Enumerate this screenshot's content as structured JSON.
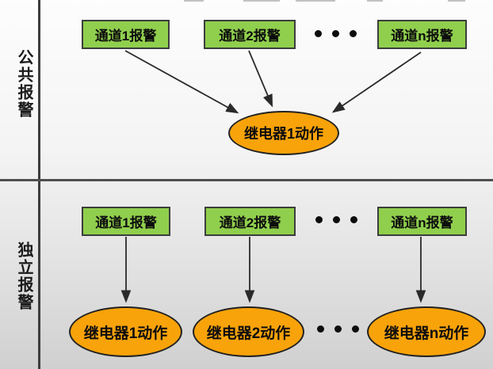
{
  "diagram_title": "alarm-to-relay mapping diagram",
  "colors": {
    "channel_box_fill": "#90cf4d",
    "channel_box_border": "#3d3d3d",
    "relay_fill": "#f9a30a",
    "relay_border": "#222222",
    "divider_line": "#4f4f4f",
    "arrow": "#2a2a2a",
    "text": "#0d0d0d",
    "background_top": "#fdfdfd",
    "background_bottom": "#d0d0d0"
  },
  "sections": [
    {
      "id": "common-alarm",
      "side_label": "公共报警",
      "channels": [
        {
          "label": "通道1报警"
        },
        {
          "label": "通道2报警"
        },
        {
          "label": "通道n报警"
        }
      ],
      "channel_ellipsis": "• • •",
      "relays": [
        {
          "label": "继电器1动作"
        }
      ]
    },
    {
      "id": "independent-alarm",
      "side_label": "独立报警",
      "channels": [
        {
          "label": "通道1报警"
        },
        {
          "label": "通道2报警"
        },
        {
          "label": "通道n报警"
        }
      ],
      "channel_ellipsis": "• • •",
      "relays": [
        {
          "label": "继电器1动作"
        },
        {
          "label": "继电器2动作"
        },
        {
          "label": "继电器n动作"
        }
      ],
      "relay_ellipsis": "• • •"
    }
  ]
}
